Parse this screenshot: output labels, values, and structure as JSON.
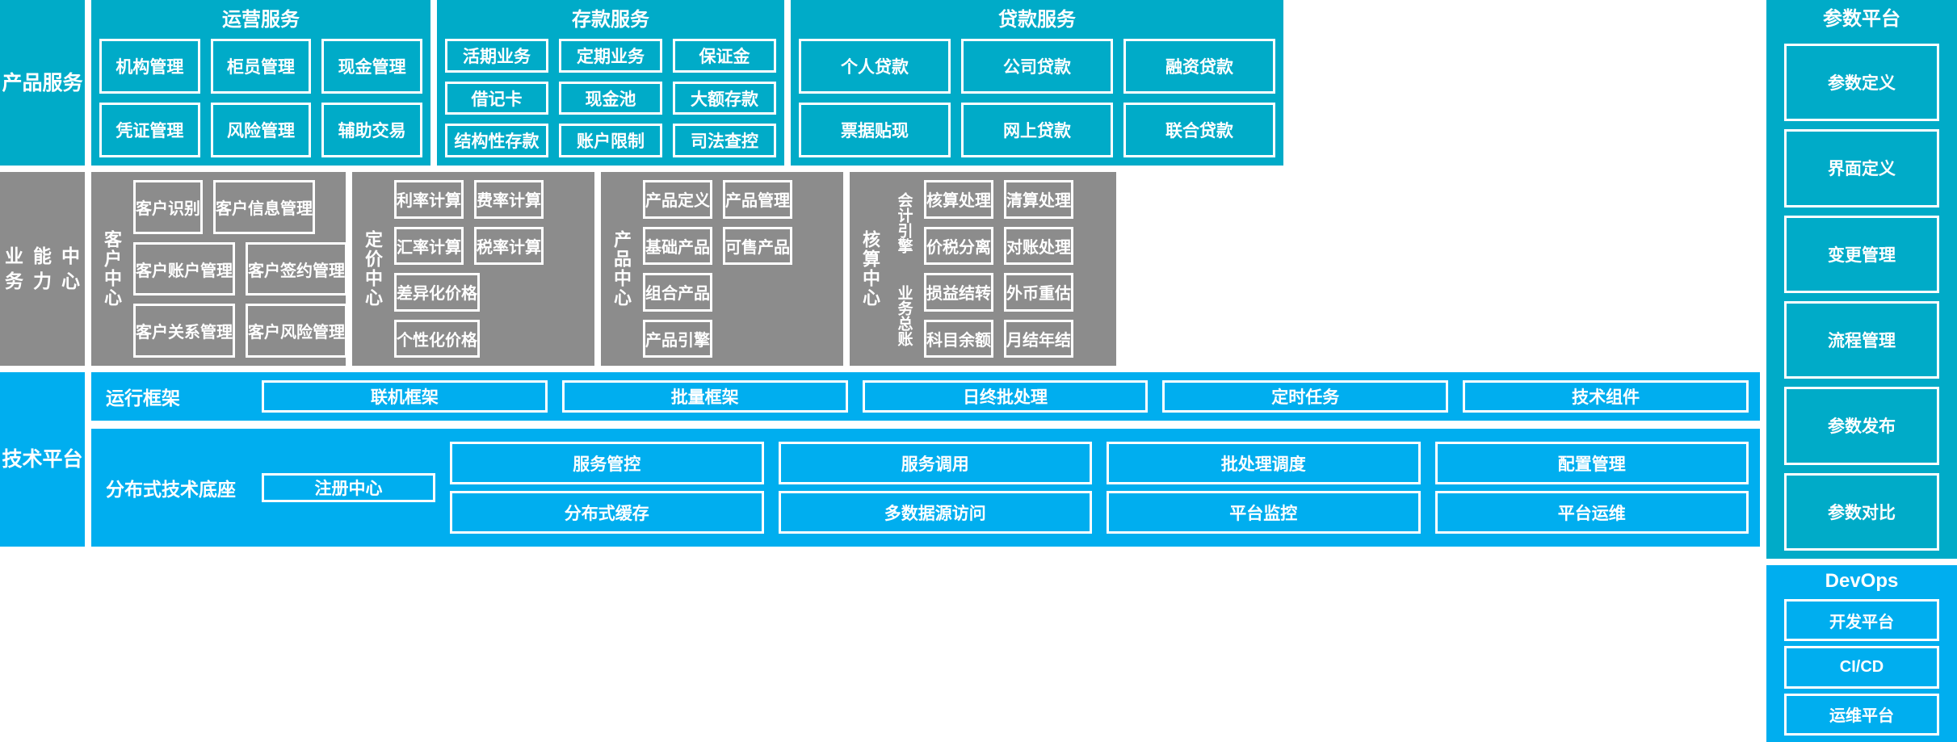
{
  "layers": {
    "product_services": {
      "label": "产品\n服务",
      "label_lines": [
        "产品",
        "服务"
      ],
      "color": "#00abc8",
      "groups": [
        {
          "title": "运营服务",
          "rows": [
            [
              "机构管理",
              "柜员管理",
              "现金管理"
            ],
            [
              "凭证管理",
              "风险管理",
              "辅助交易"
            ]
          ]
        },
        {
          "title": "存款服务",
          "rows": [
            [
              "活期业务",
              "定期业务",
              "保证金"
            ],
            [
              "借记卡",
              "现金池",
              "大额存款"
            ],
            [
              "结构性存款",
              "账户限制",
              "司法查控"
            ]
          ]
        },
        {
          "title": "贷款服务",
          "rows": [
            [
              "个人贷款",
              "公司贷款",
              "融资贷款"
            ],
            [
              "票据贴现",
              "网上贷款",
              "联合贷款"
            ]
          ]
        }
      ]
    },
    "business_capability": {
      "label_lines": [
        "业务",
        "能力",
        "中心"
      ],
      "color": "#8c8c8c",
      "centers": [
        {
          "name": "客户中心",
          "rows": [
            [
              "客户识别",
              "客户信息管理"
            ],
            [
              "客户账户管理",
              "客户签约管理"
            ],
            [
              "客户关系管理",
              "客户风险管理"
            ]
          ]
        },
        {
          "name": "定价中心",
          "rows": [
            [
              "利率计算",
              "费率计算"
            ],
            [
              "汇率计算",
              "税率计算"
            ],
            [
              "差异化价格"
            ],
            [
              "个性化价格"
            ]
          ]
        },
        {
          "name": "产品中心",
          "rows": [
            [
              "产品定义",
              "产品管理"
            ],
            [
              "基础产品",
              "可售产品"
            ],
            [
              "组合产品"
            ],
            [
              "产品引擎"
            ]
          ]
        },
        {
          "name": "核算中心",
          "sub_blocks": [
            {
              "name": "会计引擎",
              "rows": [
                [
                  "核算处理",
                  "清算处理"
                ],
                [
                  "价税分离",
                  "对账处理"
                ]
              ]
            },
            {
              "name": "业务总账",
              "rows": [
                [
                  "损益结转",
                  "外币重估"
                ],
                [
                  "科目余额",
                  "月结年结"
                ]
              ]
            }
          ]
        }
      ]
    },
    "technical_platform": {
      "label_lines": [
        "技术",
        "平台"
      ],
      "color": "#00aeef",
      "rows": [
        {
          "name": "运行框架",
          "items": [
            "联机框架",
            "批量框架",
            "日终批处理",
            "定时任务",
            "技术组件"
          ]
        },
        {
          "name": "分布式技术底座",
          "registry": "注册中心",
          "columns": [
            [
              "服务管控",
              "分布式缓存"
            ],
            [
              "服务调用",
              "多数据源访问"
            ],
            [
              "批处理调度",
              "平台监控"
            ],
            [
              "配置管理",
              "平台运维"
            ]
          ]
        }
      ]
    }
  },
  "right_rail": {
    "param_platform": {
      "title": "参数平台",
      "color": "#00abc8",
      "items": [
        "参数定义",
        "界面定义",
        "变更管理",
        "流程管理",
        "参数发布",
        "参数对比"
      ]
    },
    "devops": {
      "title": "DevOps",
      "color": "#00aeef",
      "items": [
        "开发平台",
        "CI/CD",
        "运维平台"
      ]
    }
  }
}
